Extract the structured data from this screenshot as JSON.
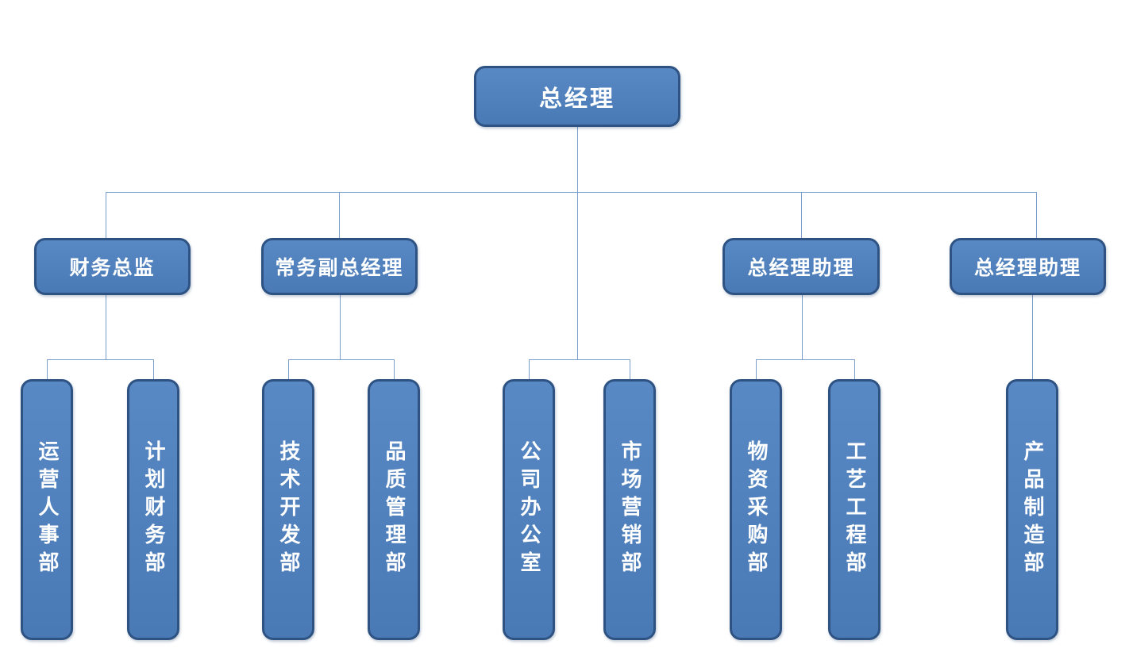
{
  "org_chart": {
    "root": {
      "label": "总经理"
    },
    "level2": [
      {
        "label": "财务总监",
        "children": [
          "运营人事部",
          "计划财务部"
        ]
      },
      {
        "label": "常务副总经理",
        "children": [
          "技术开发部",
          "品质管理部"
        ]
      },
      {
        "label": "总经理助理",
        "children": [
          "物资采购部",
          "工艺工程部"
        ]
      },
      {
        "label": "总经理助理",
        "children": [
          "产品制造部"
        ]
      }
    ],
    "root_direct_children": [
      "公司办公室",
      "市场营销部"
    ],
    "level3": [
      {
        "label": "运营人事部"
      },
      {
        "label": "计划财务部"
      },
      {
        "label": "技术开发部"
      },
      {
        "label": "品质管理部"
      },
      {
        "label": "公司办公室"
      },
      {
        "label": "市场营销部"
      },
      {
        "label": "物资采购部"
      },
      {
        "label": "工艺工程部"
      },
      {
        "label": "产品制造部"
      }
    ],
    "colors": {
      "node_fill_top": "#5889c4",
      "node_fill_bottom": "#4a7ab6",
      "node_border": "#2e5383",
      "connector": "#7b9ecb",
      "text": "#ffffff",
      "background": "#ffffff"
    }
  }
}
